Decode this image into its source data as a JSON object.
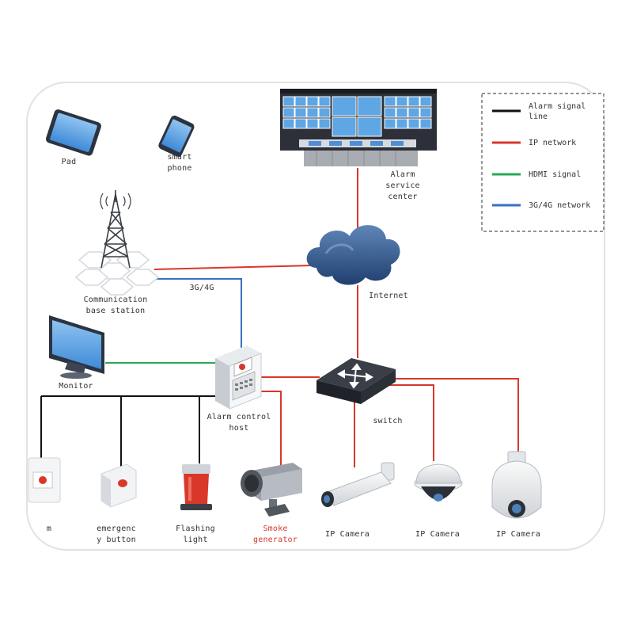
{
  "labels": {
    "pad": "Pad",
    "smartphone": "smart\nphone",
    "alarm_center": "Alarm\nservice\ncenter",
    "base_station": "Communication\nbase station",
    "link_3g4g": "3G/4G",
    "internet": "Internet",
    "monitor": "Monitor",
    "alarm_host": "Alarm control\nhost",
    "switch": "switch",
    "door_sensor_partial": "m",
    "emergency_button": "emergenc\ny button",
    "flashing_light": "Flashing\nlight",
    "smoke_generator": "Smoke\ngenerator",
    "ip_camera_1": "IP Camera",
    "ip_camera_2": "IP Camera",
    "ip_camera_3": "IP Camera"
  },
  "legend": {
    "items": [
      {
        "label": "Alarm signal\nline",
        "color": "#111111"
      },
      {
        "label": "IP network",
        "color": "#d9372a"
      },
      {
        "label": "HDMI signal",
        "color": "#2aa85a"
      },
      {
        "label": "3G/4G network",
        "color": "#3a6fc4"
      }
    ]
  },
  "colors": {
    "alarm_line": "#111111",
    "ip_network": "#d9372a",
    "hdmi": "#2aa85a",
    "g34_network": "#3a6fc4",
    "smoke_label": "#d13b2a"
  }
}
